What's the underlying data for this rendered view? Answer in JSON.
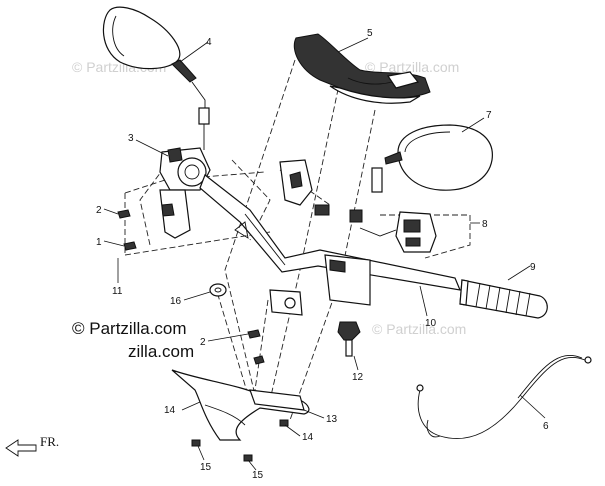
{
  "watermarks": {
    "top_left": "© Partzilla.com",
    "top_right": "© Partzilla.com",
    "main": "© Partzilla.com",
    "bottom_right": "© Partzilla.com"
  },
  "direction_label": "FR.",
  "callouts": {
    "c1": "1",
    "c2a": "2",
    "c2b": "2",
    "c3": "3",
    "c4": "4",
    "c5": "5",
    "c6": "6",
    "c7": "7",
    "c8": "8",
    "c9": "9",
    "c10": "10",
    "c11": "11",
    "c12": "12",
    "c13": "13",
    "c14a": "14",
    "c14b": "14",
    "c15a": "15",
    "c15b": "15",
    "c16": "16"
  }
}
